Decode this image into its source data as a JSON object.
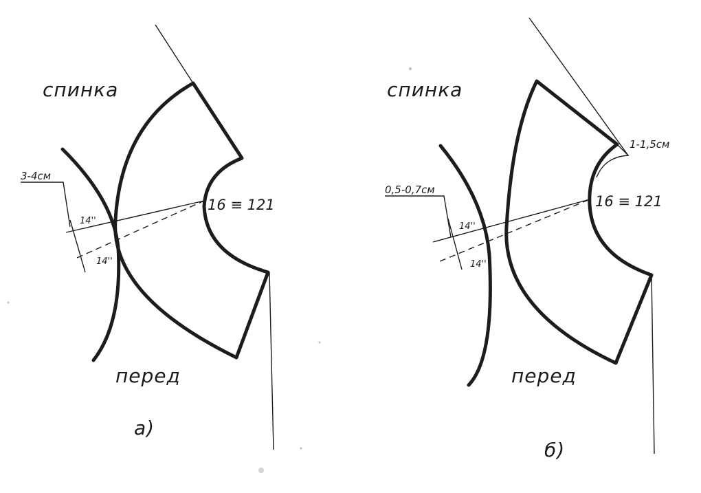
{
  "diagram_a": {
    "back_label": "спинка",
    "front_label": "перед",
    "point_label": "16 ≡ 121",
    "offset_label": "3-4см",
    "angle_label_1": "14''",
    "angle_label_2": "14''",
    "caption": "а)"
  },
  "diagram_b": {
    "back_label": "спинка",
    "front_label": "перед",
    "point_label": "16 ≡ 121",
    "offset_label": "0,5-0,7см",
    "shoulder_label": "1-1,5см",
    "angle_label_1": "14''",
    "angle_label_2": "14''",
    "caption": "б)"
  }
}
